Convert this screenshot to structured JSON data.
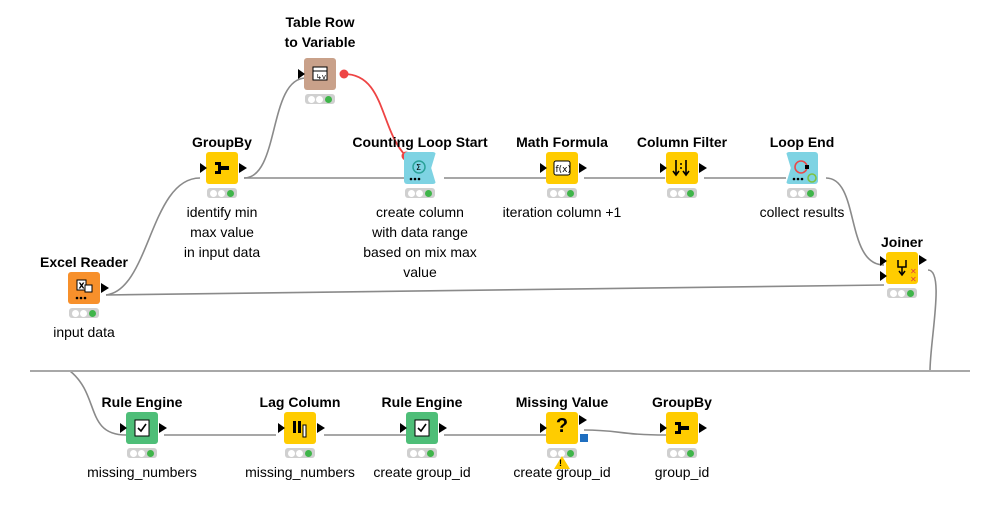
{
  "nodes": {
    "excel_reader": {
      "title": [
        "Excel Reader"
      ],
      "label": [
        "input data"
      ],
      "icon": "excel-reader-icon",
      "color": "#f7902b"
    },
    "groupby_top": {
      "title": [
        "GroupBy"
      ],
      "label": [
        "identify min",
        "max value",
        "in input data"
      ],
      "icon": "groupby-icon",
      "color": "#ffcc00"
    },
    "table_row_to_variable": {
      "title": [
        "Table Row",
        "to Variable"
      ],
      "label": [],
      "icon": "table-row-to-variable-icon",
      "color": "#c9a18a"
    },
    "counting_loop_start": {
      "title": [
        "Counting Loop Start"
      ],
      "label": [
        "create column",
        "with data range",
        "based on mix max value"
      ],
      "icon": "loop-start-icon",
      "color": "#7ed3e3"
    },
    "math_formula": {
      "title": [
        "Math Formula"
      ],
      "label": [
        "iteration column +1"
      ],
      "icon": "math-formula-icon",
      "color": "#ffcc00"
    },
    "column_filter": {
      "title": [
        "Column Filter"
      ],
      "label": [],
      "icon": "column-filter-icon",
      "color": "#ffcc00"
    },
    "loop_end": {
      "title": [
        "Loop End"
      ],
      "label": [
        "collect results"
      ],
      "icon": "loop-end-icon",
      "color": "#7ed3e3"
    },
    "joiner": {
      "title": [
        "Joiner"
      ],
      "label": [],
      "icon": "joiner-icon",
      "color": "#ffcc00"
    },
    "rule_engine_1": {
      "title": [
        "Rule Engine"
      ],
      "label": [
        "missing_numbers"
      ],
      "icon": "rule-engine-icon",
      "color": "#4ebe78"
    },
    "lag_column": {
      "title": [
        "Lag Column"
      ],
      "label": [
        "missing_numbers"
      ],
      "icon": "lag-column-icon",
      "color": "#ffcc00"
    },
    "rule_engine_2": {
      "title": [
        "Rule Engine"
      ],
      "label": [
        "create group_id"
      ],
      "icon": "rule-engine-icon",
      "color": "#4ebe78"
    },
    "missing_value": {
      "title": [
        "Missing Value"
      ],
      "label": [
        "create group_id"
      ],
      "icon": "missing-value-icon",
      "color": "#ffcc00",
      "glyph": "?",
      "warning": "!"
    },
    "groupby_bottom": {
      "title": [
        "GroupBy"
      ],
      "label": [
        "group_id"
      ],
      "icon": "groupby-icon",
      "color": "#ffcc00"
    }
  },
  "colors": {
    "data_wire": "#8a8a8a",
    "variable_wire": "#ee4444",
    "status_ok": "#3fb54a"
  }
}
